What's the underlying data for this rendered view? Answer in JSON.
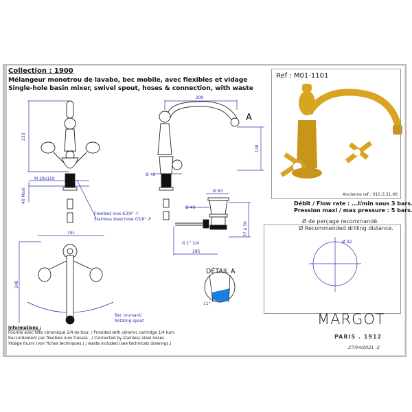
{
  "header": {
    "collection": "Collection : 1900",
    "title_fr": "Mélangeur monotrou de lavabo, bec mobile, avec flexibles et vidage",
    "title_en": "Single-hole basin mixer, swivel spout, hoses & connection, with waste"
  },
  "product": {
    "ref": "Ref : M01-1101",
    "old_ref": "Ancienne ref : 010.3.31.00",
    "flow": "Débit / Flow rate : ...l/min sous 3 bars.",
    "pressure": "Pression maxi / max pressure : 5 bars.",
    "finish_color": "#d9a520"
  },
  "drilling": {
    "fr": "Ø de perçage recommandé.",
    "en": "Ø Recommended drilling distance.",
    "diameter": "Ø 32"
  },
  "dimensions": {
    "height": "233",
    "thread": "M 29x150",
    "max": "40 Maxi",
    "reach": "200",
    "spout_height": "138",
    "base": "Ø 46",
    "detail_marker": "A",
    "waste_top": "Ø 63",
    "waste_mid": "Ø 40",
    "waste_range": "37 à 50",
    "waste_thread": "G 1\" 1/4",
    "waste_length": "285",
    "width": "191",
    "depth": "240",
    "angle": "11°"
  },
  "labels": {
    "hoses_fr": "Flexibles inox G3/8\" -F",
    "hoses_en": "Stainless steel hose G3/8\" -F",
    "spout_fr": "Bec tournant/",
    "spout_en": "Rotating spout",
    "detail": "DÉTAIL A"
  },
  "info": {
    "heading": "Informations :",
    "lines": [
      "Fournie avec tête céramique 1/4 de tour. / Provided with cèramic cartridge 1/4 turn.",
      "Raccordement par flexibles inox tressés . / Connected by stainless steel hoses",
      "Vidage fourni (voir fiches techniques.) / waste included (see technicals drawings.)"
    ]
  },
  "brand": {
    "name": "MARGOT",
    "tagline": "PARIS . 1912",
    "date": "27/04/2021 -2"
  },
  "colors": {
    "dimension": "#2b2bb0",
    "frame": "#b8b8b8",
    "detail_fill": "#1a7fe0"
  }
}
